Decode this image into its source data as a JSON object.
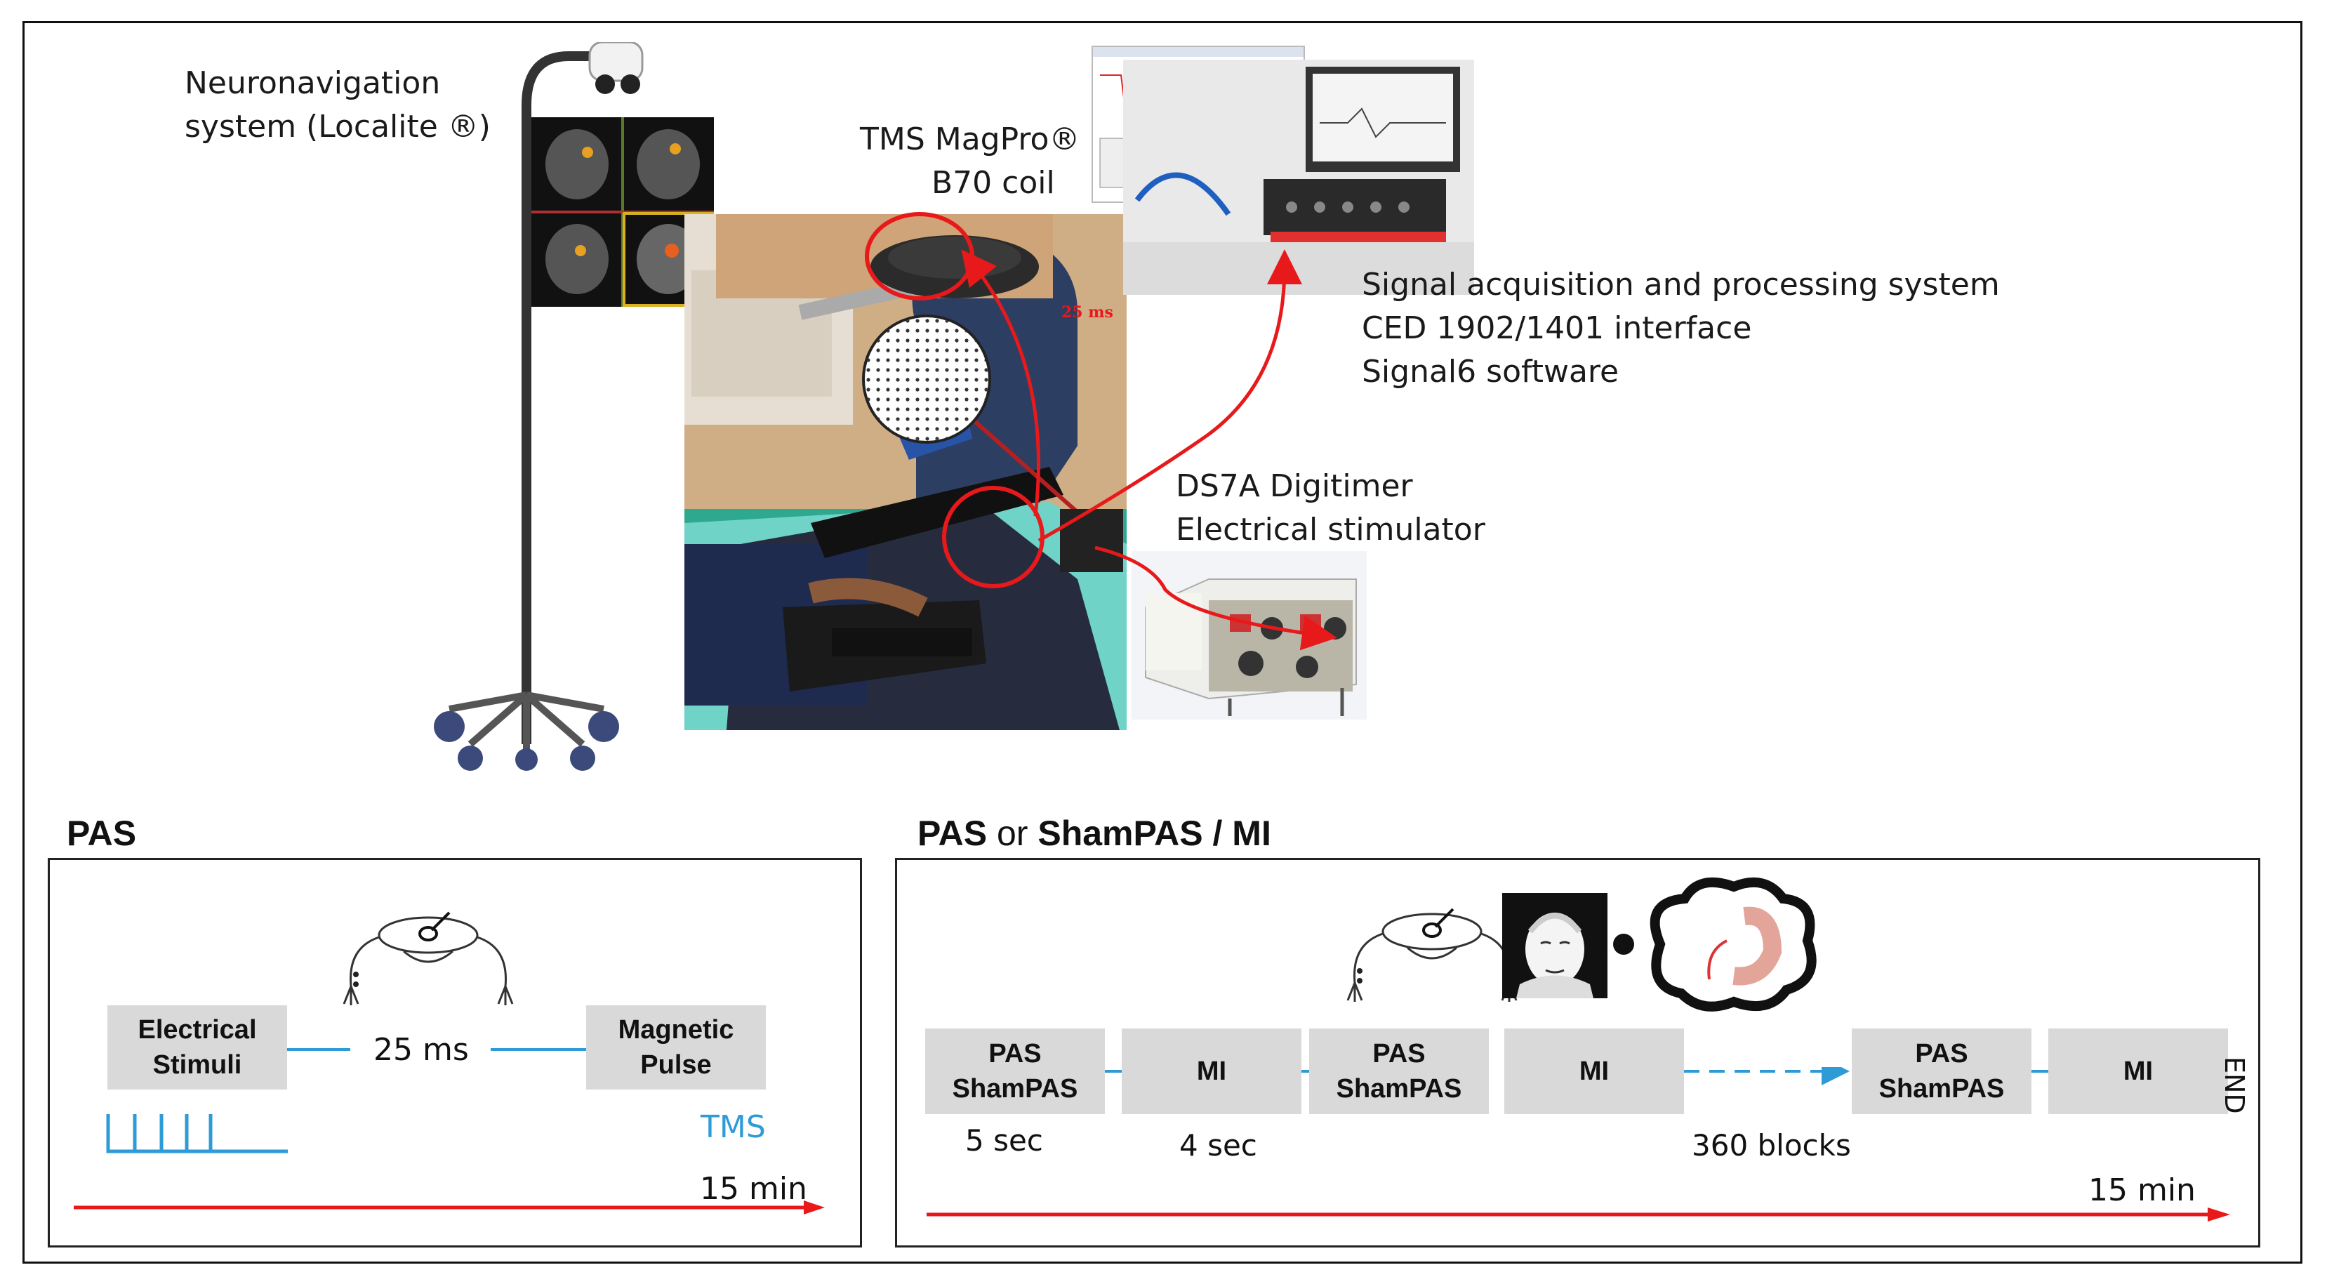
{
  "labels": {
    "neuronav_line1": "Neuronavigation",
    "neuronav_line2": "system (Localite ®)",
    "tms_line1": "TMS MagPro®",
    "tms_line2": "B70 coil",
    "signal_line1": "Signal acquisition and processing system",
    "signal_line2": "CED 1902/1401 interface",
    "signal_line3": "Signal6 software",
    "ds7a_line1": "DS7A Digitimer",
    "ds7a_line2": "Electrical stimulator",
    "delay_in_photo": "25 ms"
  },
  "pas_panel": {
    "title": "PAS",
    "electrical_line1": "Electrical",
    "electrical_line2": "Stimuli",
    "interval": "25 ms",
    "magnetic_line1": "Magnetic",
    "magnetic_line2": "Pulse",
    "tms_label": "TMS",
    "duration": "15 min"
  },
  "mi_panel": {
    "title_part1": "PAS",
    "title_part2": " or ",
    "title_part3": "ShamPAS / MI",
    "block1_line1": "PAS",
    "block1_line2": "ShamPAS",
    "block2": "MI",
    "block3_line1": "PAS",
    "block3_line2": "ShamPAS",
    "block4": "MI",
    "block5_line1": "PAS",
    "block5_line2": "ShamPAS",
    "block6": "MI",
    "end_label": "END",
    "pas_duration": "5 sec",
    "mi_duration": "4 sec",
    "blocks_count": "360 blocks",
    "duration": "15 min"
  },
  "colors": {
    "arrow_red": "#e8191b",
    "line_blue": "#2e9bd6",
    "box_gray": "#d9d9d9"
  }
}
